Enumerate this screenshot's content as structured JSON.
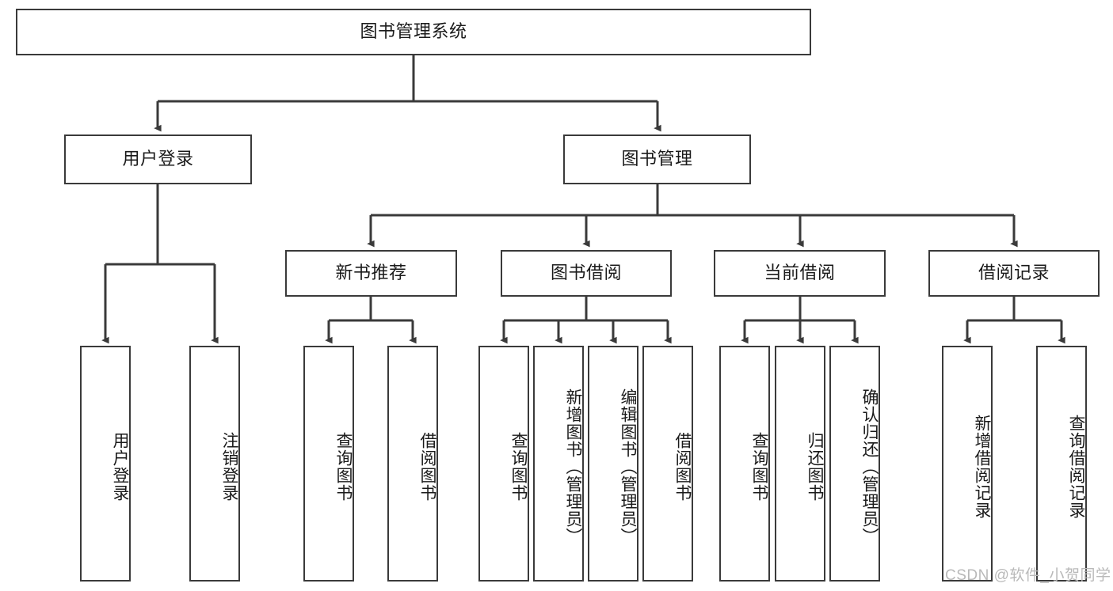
{
  "diagram": {
    "title": "图书管理系统",
    "type": "hierarchy-tree",
    "watermark": "CSDN @软件_小贺同学",
    "colors": {
      "stroke": "#3a3a3a",
      "text": "#1a1a1a",
      "background": "#ffffff",
      "watermark": "#b9b9b9"
    },
    "root": {
      "label": "图书管理系统"
    },
    "level1": [
      {
        "label": "用户登录"
      },
      {
        "label": "图书管理"
      }
    ],
    "level2": [
      {
        "label": "新书推荐"
      },
      {
        "label": "图书借阅"
      },
      {
        "label": "当前借阅"
      },
      {
        "label": "借阅记录"
      }
    ],
    "leaves": {
      "user_login": [
        {
          "label": "用户登录"
        },
        {
          "label": "注销登录"
        }
      ],
      "new_book_recommend": [
        {
          "label": "查询图书"
        },
        {
          "label": "借阅图书"
        }
      ],
      "book_borrow": [
        {
          "label": "查询图书"
        },
        {
          "label": "新增图书（管理员）"
        },
        {
          "label": "编辑图书（管理员）"
        },
        {
          "label": "借阅图书"
        }
      ],
      "current_borrow": [
        {
          "label": "查询图书"
        },
        {
          "label": "归还图书"
        },
        {
          "label": "确认归还（管理员）"
        }
      ],
      "borrow_record": [
        {
          "label": "新增借阅记录"
        },
        {
          "label": "查询借阅记录"
        }
      ]
    }
  }
}
